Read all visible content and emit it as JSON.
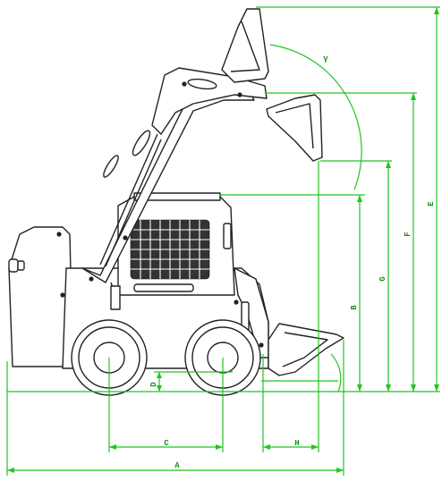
{
  "diagram": {
    "dimension_labels": {
      "A": "A",
      "B": "B",
      "C": "C",
      "D": "D",
      "E": "E",
      "F": "F",
      "G": "G",
      "H": "H",
      "angle": "γ"
    },
    "colors": {
      "dimension_lines": "#22c422",
      "machine_outline": "#222222"
    }
  }
}
